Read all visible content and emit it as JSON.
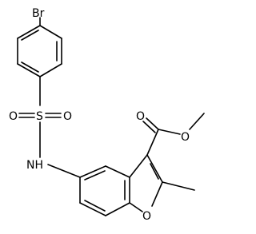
{
  "atom_labels": {
    "bromine": "Br",
    "sulfur": "S",
    "sulfonyl_oxygen_left": "O",
    "sulfonyl_oxygen_right": "O",
    "amine": "NH",
    "carbonyl_oxygen": "O",
    "ester_oxygen": "O",
    "furan_oxygen": "O"
  },
  "colors": {
    "bond": "#000000",
    "label": "#000000",
    "background": "#ffffff"
  }
}
